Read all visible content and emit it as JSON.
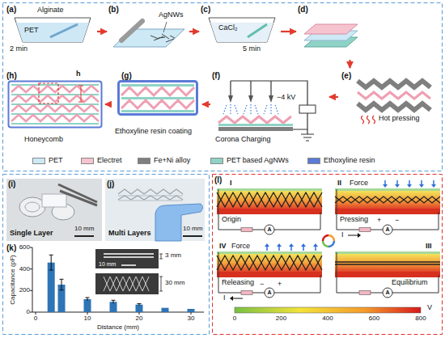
{
  "diagram": {
    "nodes": [
      {
        "text": [
          "(a)",
          "Alginate",
          "PET",
          "2 min"
        ]
      },
      {
        "text": [
          "(b)",
          "AgNWs"
        ]
      },
      {
        "text": [
          "(c)",
          "CaCl₂",
          "5 min"
        ]
      },
      {
        "text": [
          "(d)"
        ]
      },
      {
        "text": [
          "(e)",
          "Hot pressing"
        ]
      },
      {
        "text": [
          "(f)",
          "Corona Charging",
          "−4 kV"
        ]
      },
      {
        "text": [
          "(g)",
          "Ethoxyline resin coating"
        ]
      },
      {
        "text": [
          "(h)",
          "h",
          "Honeycomb"
        ]
      }
    ],
    "edges": [
      {
        "from": 0,
        "to": 1,
        "arrow": "to"
      },
      {
        "from": 1,
        "to": 2,
        "arrow": "to"
      },
      {
        "from": 2,
        "to": 3,
        "arrow": "to"
      },
      {
        "from": 3,
        "to": 4,
        "arrow": "to"
      },
      {
        "from": 4,
        "to": 5,
        "arrow": "to"
      },
      {
        "from": 5,
        "to": 6,
        "arrow": "to"
      },
      {
        "from": 6,
        "to": 7,
        "arrow": "to"
      }
    ],
    "labels": [
      "(i)",
      "Single Layer",
      "10 mm",
      "(j)",
      "Multi Layers",
      "10 mm",
      "(k)",
      "Capacitance (pF)",
      "Distance (mm)",
      "0",
      "200",
      "400",
      "600",
      "0",
      "10",
      "20",
      "30",
      "3 mm",
      "10 mm",
      "30 mm",
      "(l)",
      "I",
      "Origin",
      "II",
      "Force",
      "Pressing",
      "IV",
      "Force",
      "Releasing",
      "III",
      "Equilibrium",
      "A",
      "A",
      "A",
      "A",
      "I",
      "+",
      "−",
      "I",
      "−",
      "+",
      "0",
      "200",
      "400",
      "600",
      "800",
      "V"
    ],
    "legend": [
      {
        "text": "PET",
        "color": "#cde9f5"
      },
      {
        "text": "Electret",
        "color": "#f6c4cf"
      },
      {
        "text": "Fe+Ni alloy",
        "color": "#7f7f7f"
      },
      {
        "text": "PET based AgNWs",
        "color": "#8fd3c6"
      },
      {
        "text": "Ethoxyline resin",
        "color": "#5a7bd6"
      }
    ]
  }
}
